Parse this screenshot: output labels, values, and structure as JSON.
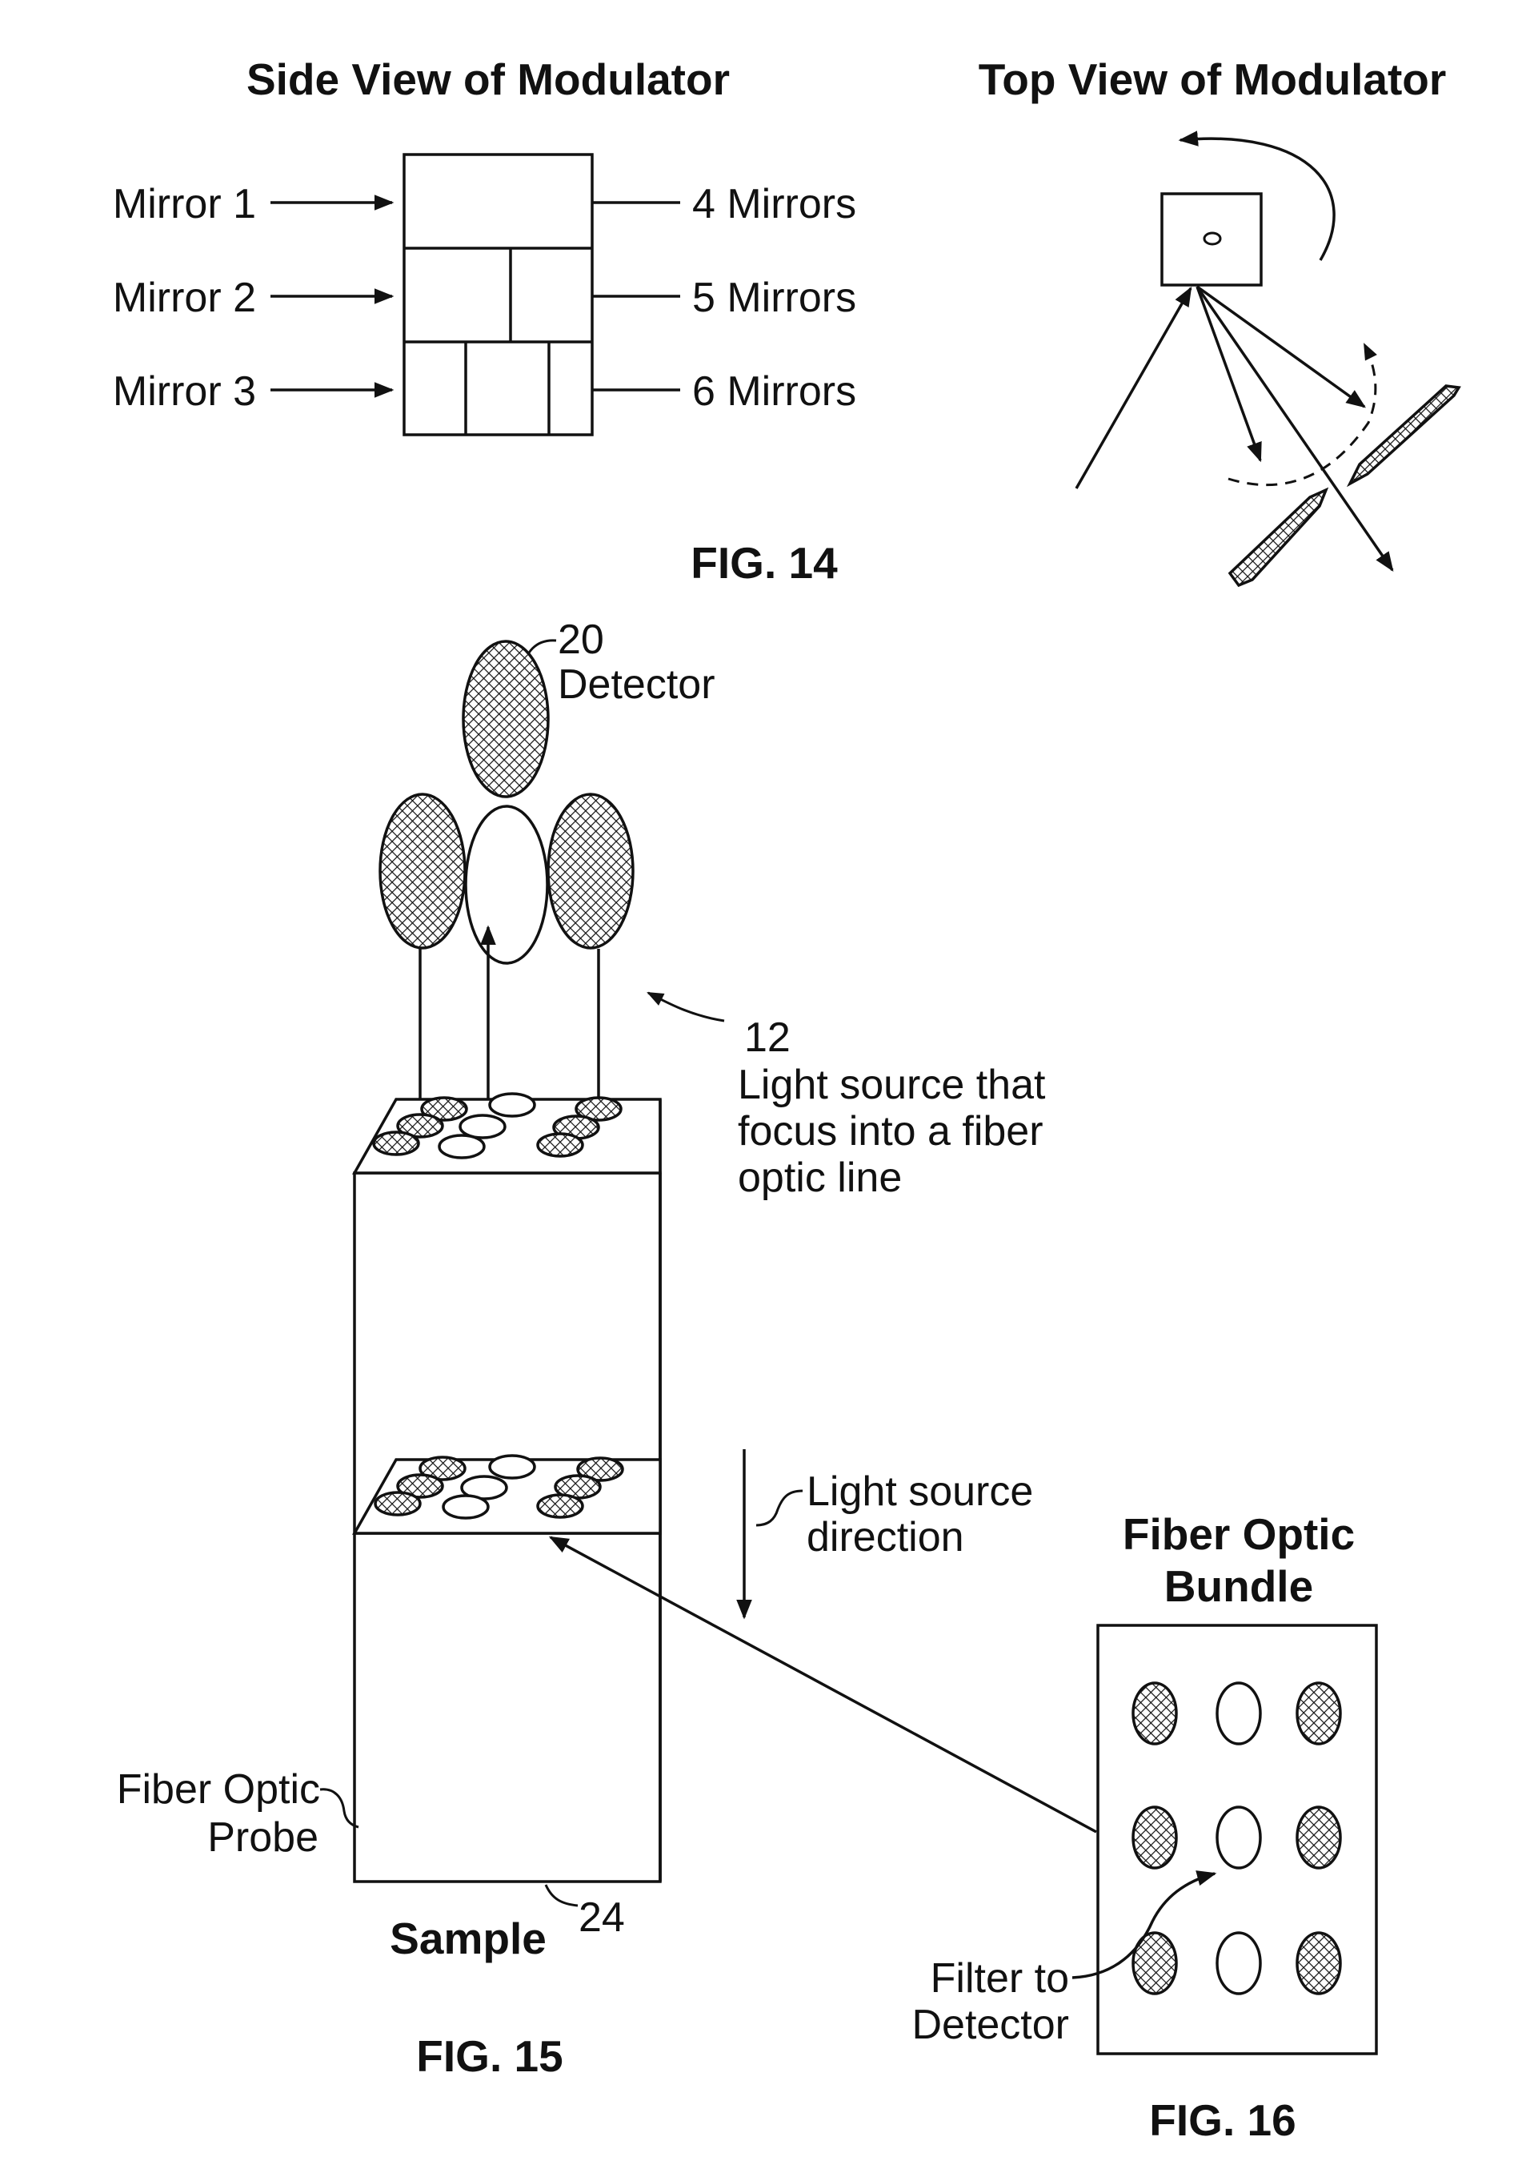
{
  "fig14": {
    "side_title": "Side View of Modulator",
    "top_title": "Top View of Modulator",
    "mirror_1": "Mirror 1",
    "mirror_2": "Mirror 2",
    "mirror_3": "Mirror 3",
    "row_1": "4 Mirrors",
    "row_2": "5 Mirrors",
    "row_3": "6 Mirrors",
    "caption": "FIG. 14"
  },
  "fig15": {
    "detector_ref": "20",
    "detector_label": "Detector",
    "light_ref": "12",
    "light_line_1": "Light source that",
    "light_line_2": "focus into a fiber",
    "light_line_3": "optic line",
    "direction_line_1": "Light source",
    "direction_line_2": "direction",
    "probe_line_1": "Fiber Optic",
    "probe_line_2": "Probe",
    "sample_ref": "24",
    "sample_label": "Sample",
    "caption": "FIG. 15"
  },
  "fig16": {
    "title_line_1": "Fiber Optic",
    "title_line_2": "Bundle",
    "filter_line_1": "Filter to",
    "filter_line_2": "Detector",
    "caption": "FIG. 16"
  },
  "colors": {
    "ink": "#111111",
    "paper": "#ffffff"
  }
}
